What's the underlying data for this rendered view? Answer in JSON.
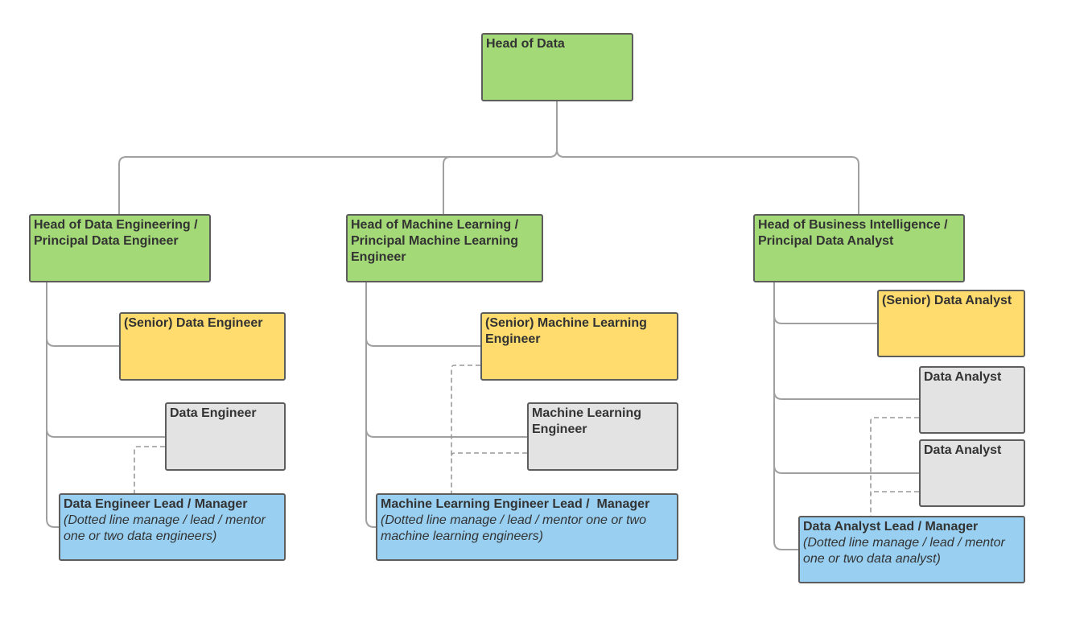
{
  "colors": {
    "head": "#a3d977",
    "senior": "#ffdc6d",
    "individual": "#e3e3e3",
    "lead": "#99d0f2",
    "border": "#5d5d5d",
    "connector": "#a0a0a0",
    "dotted_connector": "#9a9a9a"
  },
  "nodes": {
    "head_of_data": {
      "title": "Head of Data"
    },
    "data_engineering": {
      "head": {
        "title": "Head of Data Engineering / Principal Data Engineer"
      },
      "senior": {
        "title": "(Senior) Data Engineer"
      },
      "engineer": {
        "title": "Data Engineer"
      },
      "lead": {
        "title": "Data Engineer Lead / Manager",
        "note": "(Dotted line manage / lead / mentor one or two data engineers)"
      }
    },
    "machine_learning": {
      "head": {
        "title": "Head of Machine Learning / Principal Machine Learning Engineer"
      },
      "senior": {
        "title": "(Senior) Machine Learning Engineer"
      },
      "engineer": {
        "title": "Machine Learning Engineer"
      },
      "lead": {
        "title": "Machine Learning Engineer Lead /  Manager",
        "note": "(Dotted line manage / lead / mentor one or two machine learning engineers)"
      }
    },
    "business_intelligence": {
      "head": {
        "title": "Head of Business Intelligence / Principal Data Analyst"
      },
      "senior": {
        "title": "(Senior) Data Analyst"
      },
      "analyst_1": {
        "title": "Data Analyst"
      },
      "analyst_2": {
        "title": "Data Analyst"
      },
      "lead": {
        "title": "Data Analyst Lead / Manager",
        "note": "(Dotted line manage / lead / mentor one or two data analyst)"
      }
    }
  }
}
